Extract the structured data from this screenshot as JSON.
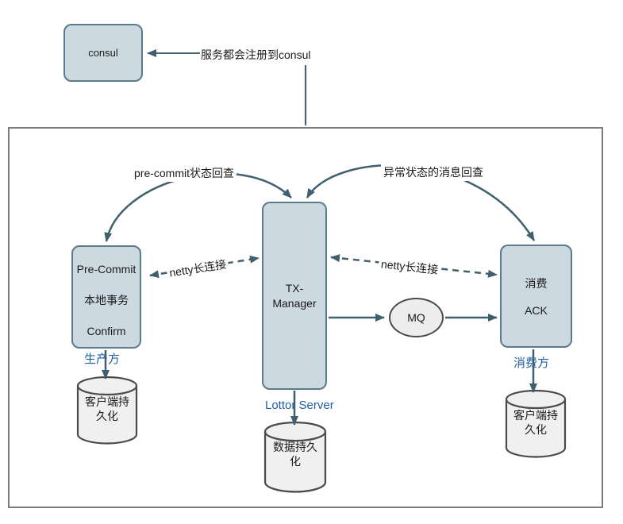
{
  "colors": {
    "node_fill": "#cdd9e0",
    "node_border": "#5b7b8c",
    "arrow": "#41606f",
    "outer_border": "#7b7b7b",
    "cylinder_fill": "#f0f0f0",
    "cylinder_border": "#4b4b4b",
    "mq_fill": "#ededed",
    "blue_label": "#1f5fa8",
    "text": "#1a1a1a",
    "background": "#ffffff"
  },
  "nodes": {
    "consul": {
      "label": "consul"
    },
    "pre_commit": {
      "line1": "Pre-Commit",
      "line2": "本地事务",
      "line3": "Confirm"
    },
    "tx_manager": {
      "line1": "TX-",
      "line2": "Manager"
    },
    "consume_ack": {
      "line1": "消费",
      "line2": "ACK"
    },
    "mq": {
      "label": "MQ"
    },
    "producer_db": {
      "line1": "客户端持",
      "line2": "久化"
    },
    "server_db": {
      "line1": "数据持久",
      "line2": "化"
    },
    "consumer_db": {
      "line1": "客户端持",
      "line2": "久化"
    }
  },
  "labels": {
    "register_note": "服务都会注册到consul",
    "precommit_check": "pre-commit状态回查",
    "abnormal_check": "异常状态的消息回查",
    "netty_left": "netty长连接",
    "netty_right": "netty长连接",
    "producer_role": "生产方",
    "server_role": "Lottor Server",
    "consumer_role": "消费方"
  }
}
